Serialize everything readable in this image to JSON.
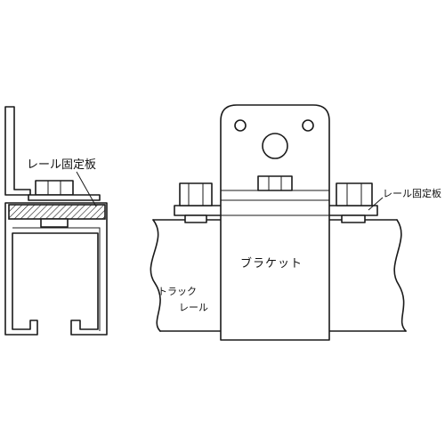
{
  "labels": {
    "rail_fixing_plate_left": "レール固定板",
    "rail_fixing_plate_right": "レール固定板",
    "bracket": "ブラケット",
    "track_line1": "トラック",
    "track_line2": "レール"
  },
  "colors": {
    "line": "#1a1a1a",
    "background": "#ffffff"
  }
}
